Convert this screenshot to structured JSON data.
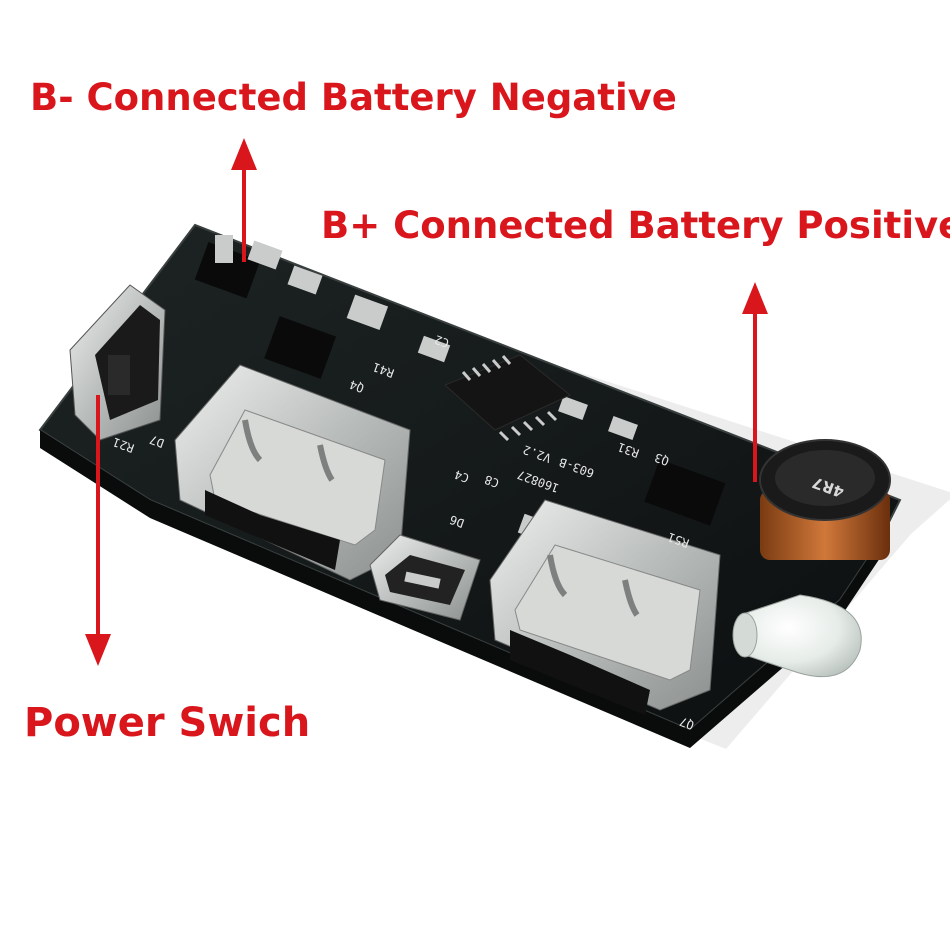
{
  "labels": {
    "battery_negative": "B- Connected Battery Negative",
    "battery_positive": "B+ Connected Battery Positive",
    "power_switch": "Power Swich"
  },
  "silkscreen": {
    "version": "V2.2",
    "model": "603-B",
    "date": "160827",
    "refs": [
      "R31",
      "Q3",
      "R51",
      "R41",
      "C2",
      "C4",
      "C8",
      "D6",
      "D7",
      "Q4",
      "Q7",
      "R21"
    ]
  },
  "inductor_marking": "4R7",
  "colors": {
    "label": "#d9161c",
    "arrow": "#d9161c",
    "pcb": "#15191a",
    "metal": "#c9ccca",
    "background": "#ffffff"
  }
}
